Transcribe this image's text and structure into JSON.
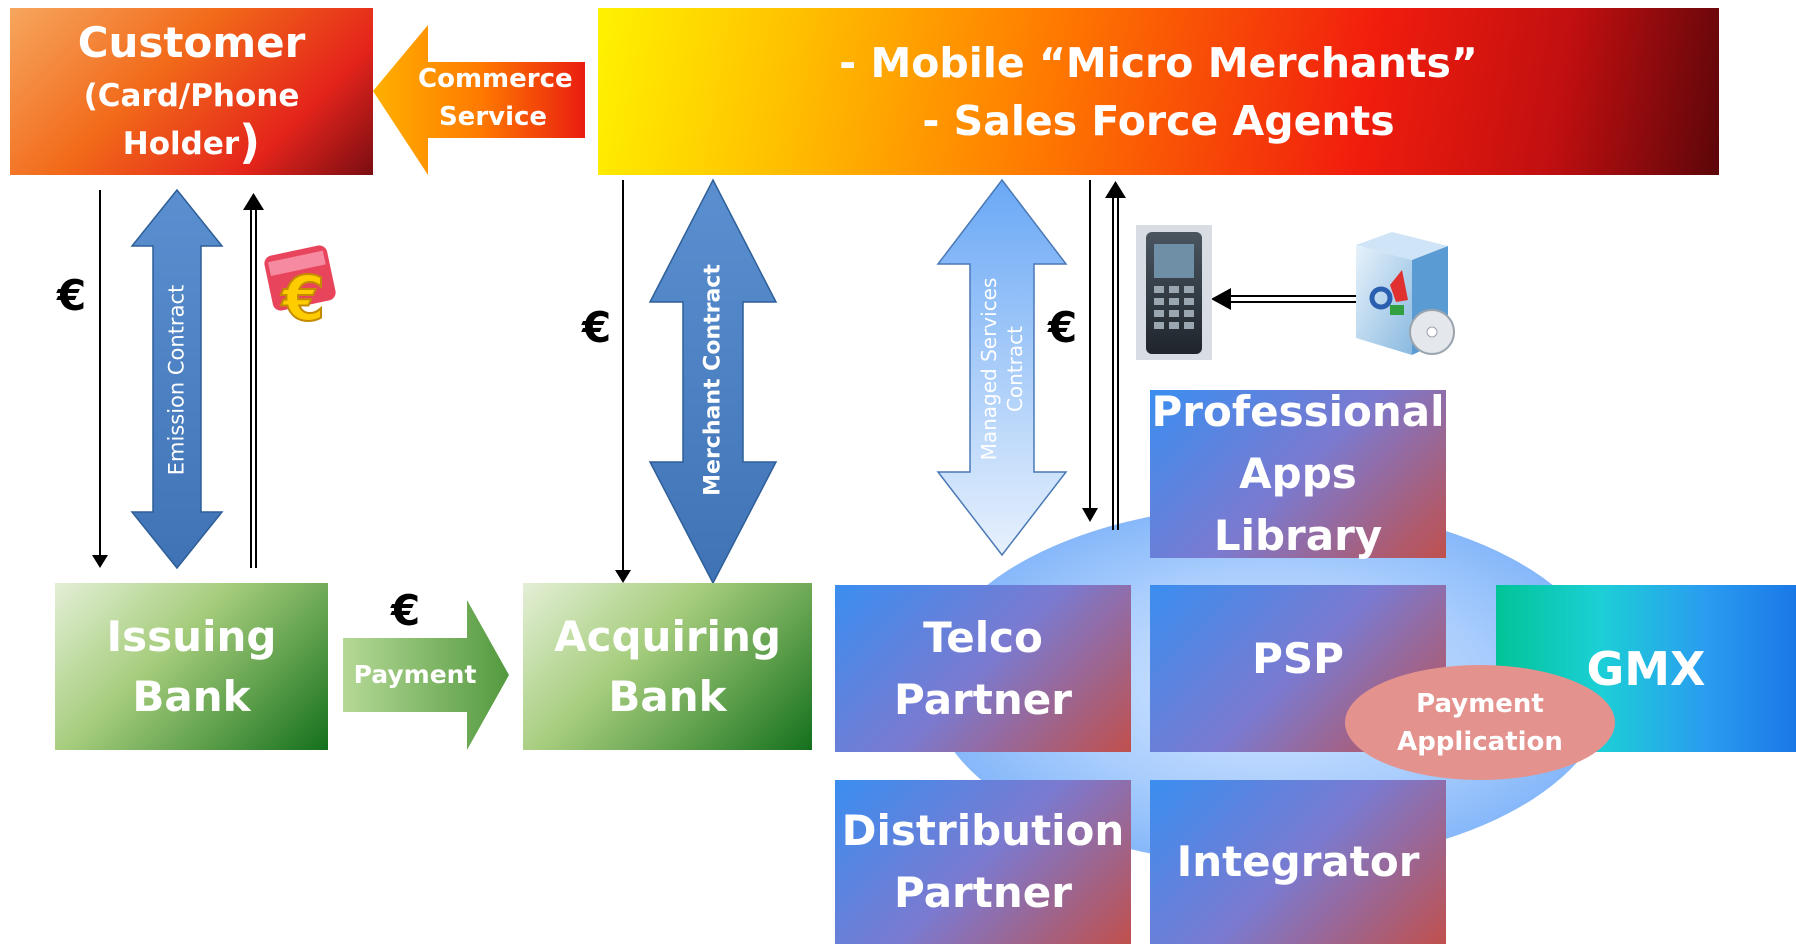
{
  "customer": {
    "title": "Customer",
    "subtitle_open": "(Card/Phone Holder",
    "subtitle_close": ")"
  },
  "merchants": {
    "line1": "- Mobile “Micro Merchants”",
    "line2": "- Sales Force Agents"
  },
  "arrows": {
    "commerce_line1": "Commerce",
    "commerce_line2": "Service",
    "emission": "Emission Contract",
    "merchant": "Merchant Contract",
    "managed_line1": "Managed Services",
    "managed_line2": "Contract",
    "payment": "Payment"
  },
  "currency": "€",
  "banks": {
    "issuing_line1": "Issuing",
    "issuing_line2": "Bank",
    "acquiring_line1": "Acquiring",
    "acquiring_line2": "Bank"
  },
  "partners": {
    "apps_line1": "Professional",
    "apps_line2": "Apps Library",
    "telco_line1": "Telco",
    "telco_line2": "Partner",
    "psp": "PSP",
    "gmx": "GMX",
    "dist_line1": "Distribution",
    "dist_line2": "Partner",
    "integrator": "Integrator",
    "payapp_line1": "Payment",
    "payapp_line2": "Application"
  },
  "icons": {
    "card": "euro-card-icon",
    "terminal": "payment-terminal-icon",
    "software": "software-box-icon"
  }
}
